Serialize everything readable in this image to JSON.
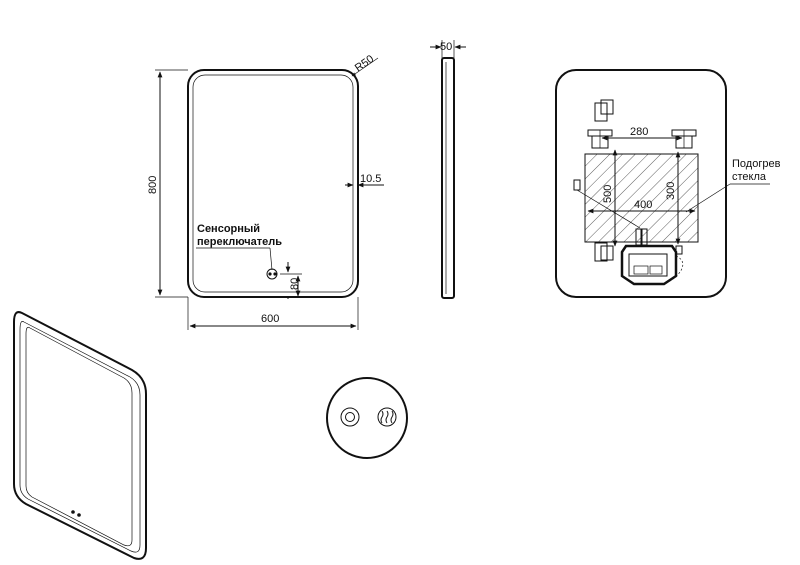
{
  "dimensions": {
    "radius": "R50",
    "height": "800",
    "width": "600",
    "inset": "10.5",
    "switch_offset": "80",
    "depth": "50",
    "back_width": "280",
    "back_w400": "400",
    "back_h500": "500",
    "back_h300": "300"
  },
  "labels": {
    "touch_switch_line1": "Сенсорный",
    "touch_switch_line2": "переключатель",
    "heating_line1": "Подогрев",
    "heating_line2": "стекла"
  },
  "icons": {
    "power": "power-icon",
    "heat": "heat-icon"
  }
}
